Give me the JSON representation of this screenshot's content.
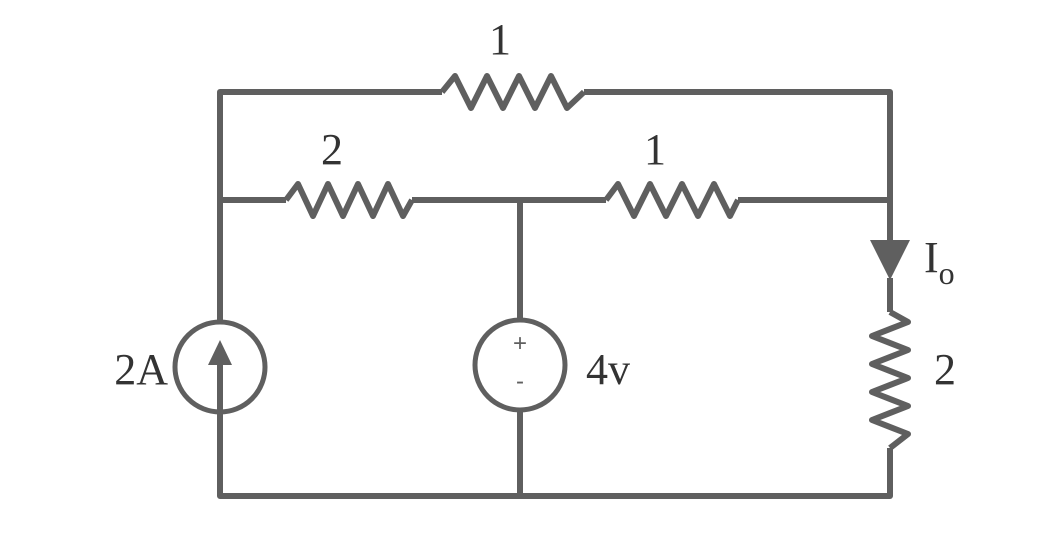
{
  "circuit": {
    "resistors": {
      "top": "1",
      "middle_left": "2",
      "middle_right": "1",
      "load": "2"
    },
    "current_source": "2A",
    "voltage_source": {
      "value": "4v",
      "plus": "+",
      "minus": "-"
    },
    "current_label": {
      "main": "I",
      "sub": "o"
    }
  },
  "colors": {
    "wire": "#5f5f5f",
    "text": "#333333",
    "background": "#ffffff"
  }
}
